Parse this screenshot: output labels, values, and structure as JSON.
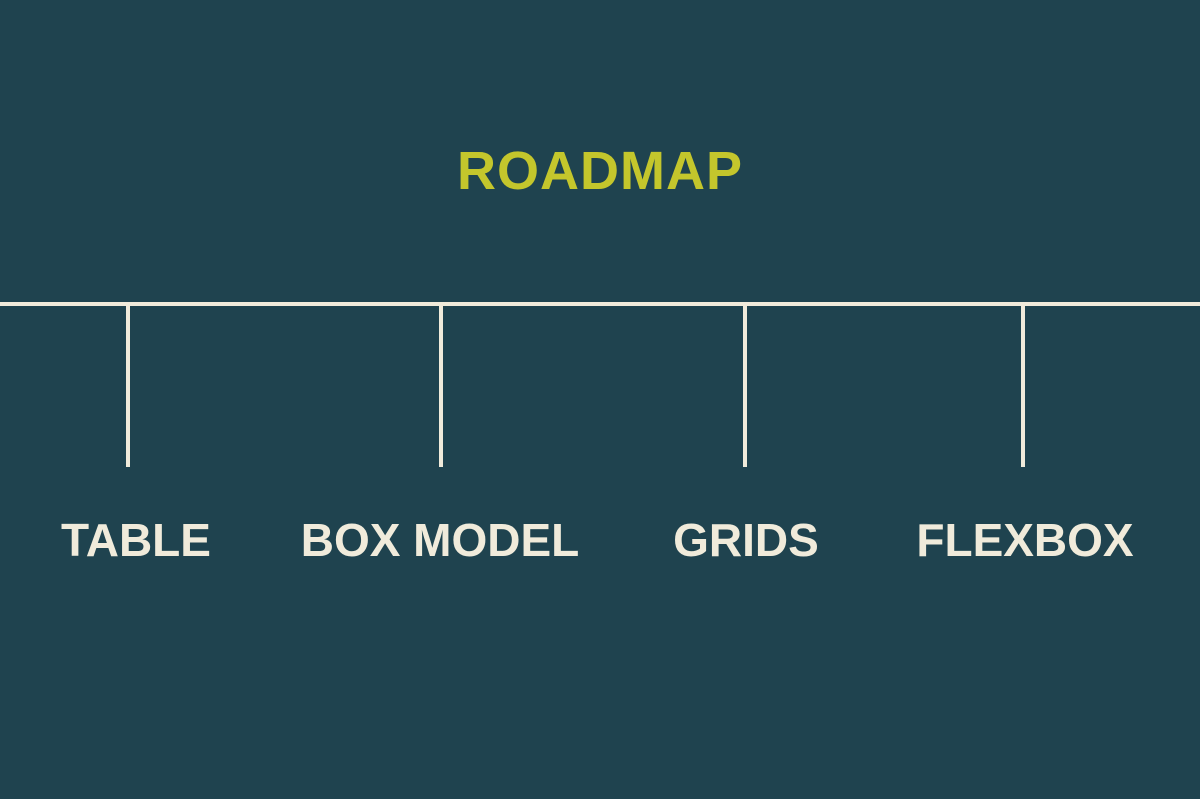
{
  "diagram": {
    "title": "ROADMAP",
    "stages": [
      {
        "label": "TABLE"
      },
      {
        "label": "BOX MODEL"
      },
      {
        "label": "GRIDS"
      },
      {
        "label": "FLEXBOX"
      }
    ]
  },
  "colors": {
    "background": "#1f434f",
    "title": "#c4c62c",
    "lines_and_labels": "#f0ebdb"
  }
}
